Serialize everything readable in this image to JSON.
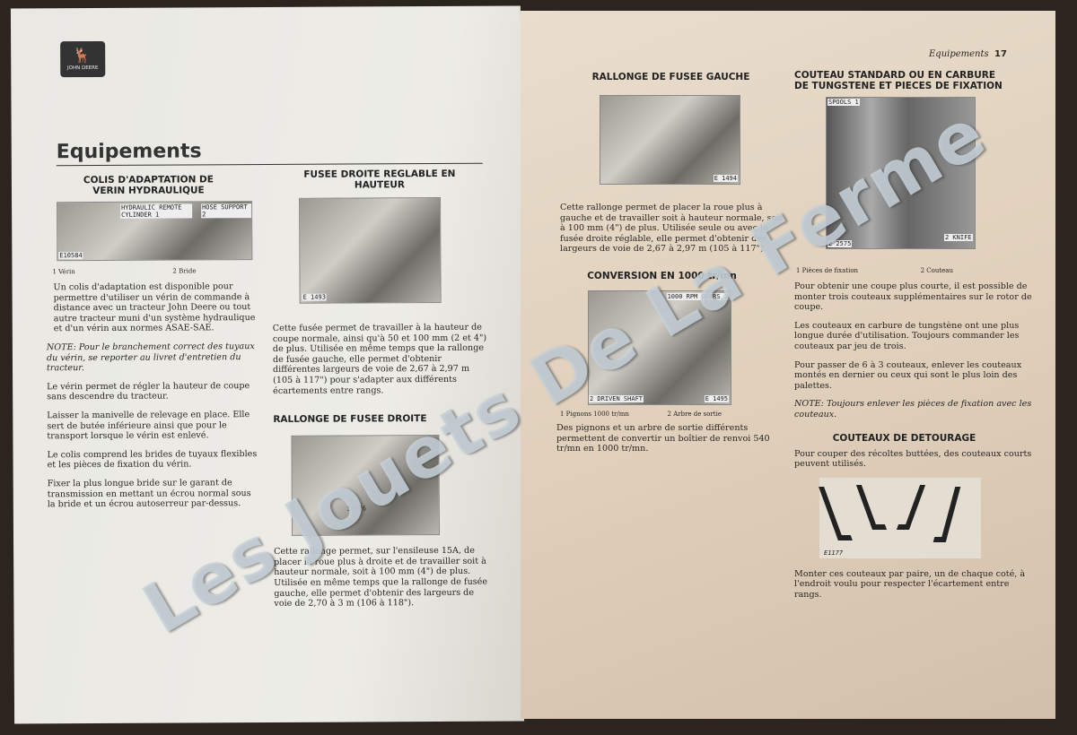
{
  "left_page": {
    "logo_text": "JOHN DEERE",
    "title": "Equipements",
    "s1": {
      "heading": "COLIS D'ADAPTATION DE VERIN HYDRAULIQUE",
      "photo_labels": [
        "HYDRAULIC REMOTE CYLINDER 1",
        "HOSE SUPPORT 2",
        "E10584"
      ],
      "captions": [
        "1 Vérin",
        "2 Bride"
      ],
      "paragraphs": [
        "Un colis d'adaptation est disponible pour permettre d'utiliser un vérin de commande à distance avec un tracteur John Deere ou tout autre tracteur muni d'un système hydraulique et d'un vérin aux normes ASAE-SAE.",
        "NOTE: Pour le branchement correct des tuyaux du vérin, se reporter au livret d'entretien du tracteur.",
        "Le vérin permet de régler la hauteur de coupe sans descendre du tracteur.",
        "Laisser la manivelle de relevage en place. Elle sert de butée inférieure ainsi que pour le transport lorsque le vérin est enlevé.",
        "Le colis comprend les brides de tuyaux flexibles et les pièces de fixation du vérin.",
        "Fixer la plus longue bride sur le garant de transmission en mettant un écrou normal sous la bride et un écrou autoserreur par-dessus."
      ]
    },
    "s2": {
      "heading": "FUSEE DROITE REGLABLE EN HAUTEUR",
      "photo_label": "E 1493",
      "paragraph": "Cette fusée permet de travailler à la hauteur de coupe normale, ainsi qu'à 50 et 100 mm (2 et 4\") de plus. Utilisée en même temps que la rallonge de fusée gauche, elle permet d'obtenir différentes largeurs de voie de 2,67 à 2,97 m (105 à 117\") pour s'adapter aux différents écartements entre rangs."
    },
    "s3": {
      "heading": "RALLONGE DE FUSEE DROITE",
      "photo_label": "53476",
      "paragraph": "Cette rallonge permet, sur l'ensileuse 15A, de placer la roue plus à droite et de travailler soit à hauteur normale, soit à 100 mm (4\") de plus. Utilisée en même temps que la rallonge de fusée gauche, elle permet d'obtenir des largeurs de voie de 2,70 à 3 m (106 à 118\")."
    }
  },
  "right_page": {
    "running_head": "Equipements",
    "page_number": "17",
    "s1": {
      "heading": "RALLONGE DE FUSEE GAUCHE",
      "photo_label": "E 1494",
      "paragraph": "Cette rallonge permet de placer la roue plus à gauche et de travailler soit à hauteur normale, soit à 100 mm (4\") de plus. Utilisée seule ou avec la fusée droite réglable, elle permet d'obtenir des largeurs de voie de 2,67 à 2,97 m (105 à 117\")."
    },
    "s2": {
      "heading": "CONVERSION EN 1000 tr/mn",
      "photo_labels": [
        "1000 RPM GEARS 1",
        "2 DRIVEN SHAFT",
        "E 1495"
      ],
      "captions": [
        "1 Pignons 1000 tr/mn",
        "2 Arbre de sortie"
      ],
      "paragraph": "Des pignons et un arbre de sortie différents permettent de convertir un boîtier de renvoi 540 tr/mn en 1000 tr/mn."
    },
    "s3": {
      "heading": "COUTEAU STANDARD OU EN CARBURE DE TUNGSTENE ET PIECES DE FIXATION",
      "photo_labels": [
        "SPOOLS 1",
        "2 KNIFE",
        "E 2575"
      ],
      "captions": [
        "1 Pièces de fixation",
        "2 Couteau"
      ],
      "paragraphs": [
        "Pour obtenir une coupe plus courte, il est possible de monter trois couteaux supplémentaires sur le rotor de coupe.",
        "Les couteaux en carbure de tungstène ont une plus longue durée d'utilisation. Toujours commander les couteaux par jeu de trois.",
        "Pour passer de 6 à 3 couteaux, enlever les couteaux montés en dernier ou ceux qui sont le plus loin des palettes.",
        "NOTE: Toujours enlever les pièces de fixation avec les couteaux."
      ]
    },
    "s4": {
      "heading": "COUTEAUX DE DETOURAGE",
      "photo_label": "E1177",
      "paragraphs": [
        "Pour couper des récoltes buttées, des couteaux courts peuvent utilisés.",
        "Monter ces couteaux par paire, un de chaque coté, à l'endroit voulu pour respecter l'écartement entre rangs."
      ]
    }
  },
  "watermark": "Les Jouets De La Ferme"
}
